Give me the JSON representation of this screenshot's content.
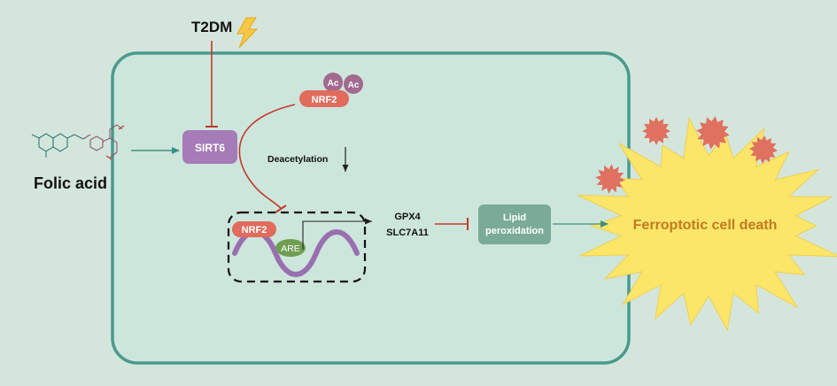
{
  "labels": {
    "t2dm": "T2DM",
    "folic_acid": "Folic acid",
    "sirt6": "SIRT6",
    "nrf2_acetylated": "NRF2",
    "ac1": "Ac",
    "ac2": "Ac",
    "deacetylation": "Deacetylation",
    "nrf2_nuclear": "NRF2",
    "are": "ARE",
    "gpx4": "GPX4",
    "slc7a11": "SLC7A11",
    "lipid_line1": "Lipid",
    "lipid_line2": "peroxidation",
    "ferroptotic": "Ferroptotic cell death"
  },
  "colors": {
    "background": "#d4e6dc",
    "cell_fill": "#cde6dc",
    "cell_border": "#4a9a8e",
    "sirt6": "#a57bb8",
    "nrf2": "#e16b5c",
    "ac": "#a26a8f",
    "are": "#6f9e52",
    "dna": "#9a6fb0",
    "lipid_box": "#7aab96",
    "inhibit": "#c0392b",
    "activate": "#3c8f84",
    "burst": "#fbe66a",
    "burst_text": "#c47a1c",
    "virus": "#e07060",
    "bolt": "#f6c744"
  }
}
